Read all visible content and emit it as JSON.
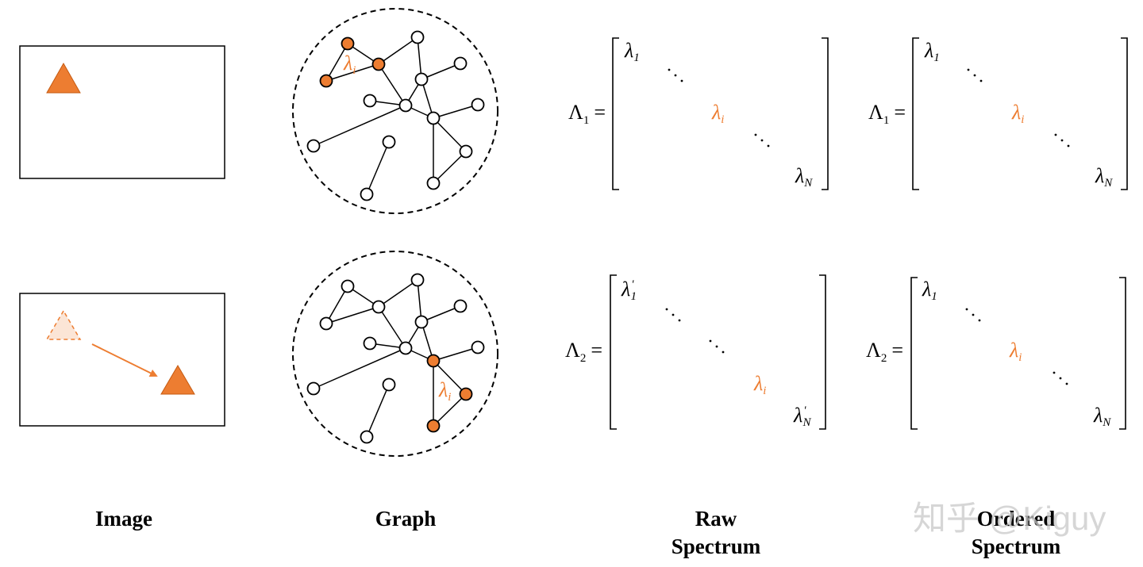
{
  "captions": {
    "image": "Image",
    "graph": "Graph",
    "raw_line1": "Raw",
    "raw_line2": "Spectrum",
    "ordered_line1": "Ordered",
    "ordered_line2": "Spectrum"
  },
  "matrices": {
    "row1_raw": {
      "name": "Λ",
      "index": "1",
      "first_sub": "1",
      "middle_sub": "i",
      "last_sub": "N",
      "prime": ""
    },
    "row1_ordered": {
      "name": "Λ",
      "index": "1",
      "first_sub": "1",
      "middle_sub": "i",
      "last_sub": "N",
      "prime": ""
    },
    "row2_raw": {
      "name": "Λ",
      "index": "2",
      "first_sub": "1",
      "middle_sub": "i",
      "last_sub": "N",
      "prime": "'"
    },
    "row2_ordered": {
      "name": "Λ",
      "index": "2",
      "first_sub": "1",
      "middle_sub": "i",
      "last_sub": "N",
      "prime": ""
    }
  },
  "symbols": {
    "lambda": "λ",
    "equals": "=",
    "graph_label_sub": "i"
  },
  "watermark": "知乎 @Kiguy",
  "colors": {
    "accent": "#ed7d31",
    "ghost_fill": "#fbe5d6",
    "stroke": "#000000"
  }
}
